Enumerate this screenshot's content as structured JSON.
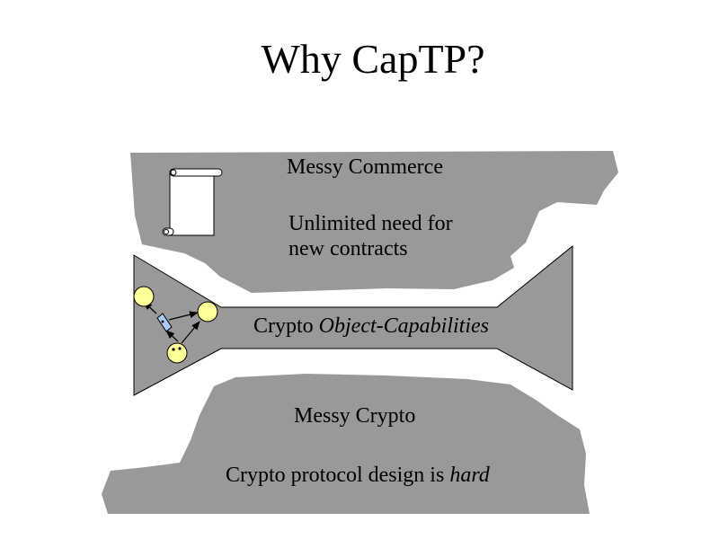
{
  "slide": {
    "title": "Why CapTP?"
  },
  "top_region": {
    "heading": "Messy Commerce",
    "line1": "Unlimited need for",
    "line2": "new contracts",
    "icon": "scroll-icon"
  },
  "middle_region": {
    "label_plain": "Crypto ",
    "label_italic": "Object-Capabilities",
    "icon": "object-graph-icon"
  },
  "bottom_region": {
    "heading": "Messy Crypto",
    "label_plain": "Crypto protocol design is ",
    "label_italic": "hard"
  },
  "colors": {
    "region_fill": "#999999",
    "node_fill": "#ffff99",
    "key_fill": "#aaccff",
    "background": "#ffffff"
  }
}
